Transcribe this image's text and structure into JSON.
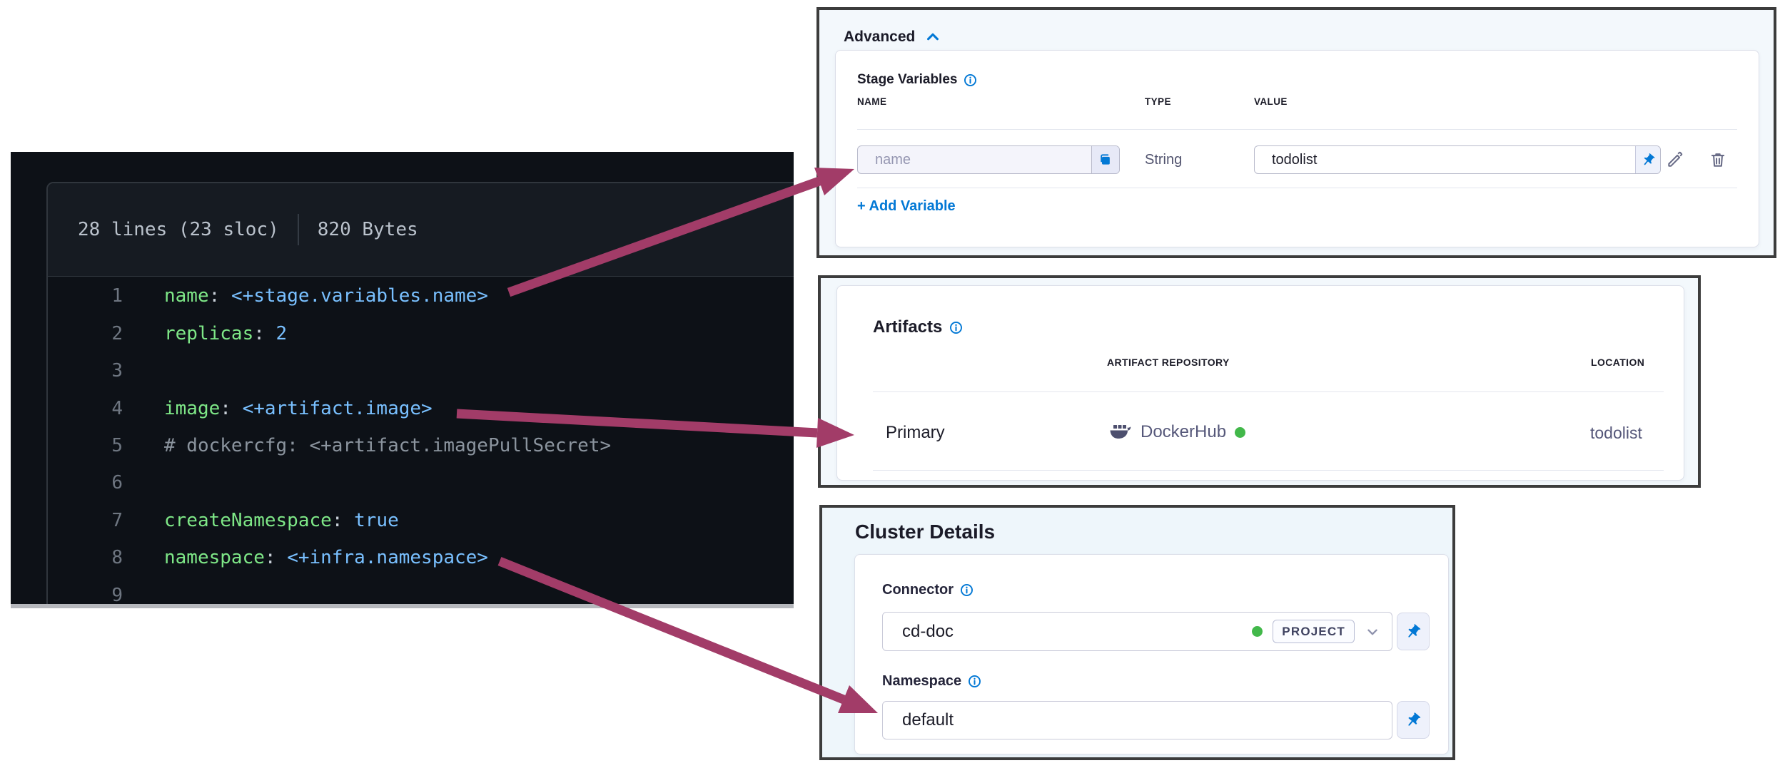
{
  "code_viewer": {
    "meta": {
      "lines_info": "28 lines (23 sloc)",
      "size_info": "820 Bytes"
    },
    "lines": [
      {
        "num": "1",
        "segments": [
          {
            "text": "name",
            "type": "key"
          },
          {
            "text": ": ",
            "type": "plain"
          },
          {
            "text": "<+stage.variables.name>",
            "type": "value"
          }
        ]
      },
      {
        "num": "2",
        "segments": [
          {
            "text": "replicas",
            "type": "key"
          },
          {
            "text": ": ",
            "type": "plain"
          },
          {
            "text": "2",
            "type": "value"
          }
        ]
      },
      {
        "num": "3",
        "segments": []
      },
      {
        "num": "4",
        "segments": [
          {
            "text": "image",
            "type": "key"
          },
          {
            "text": ": ",
            "type": "plain"
          },
          {
            "text": "<+artifact.image>",
            "type": "value"
          }
        ]
      },
      {
        "num": "5",
        "segments": [
          {
            "text": "# dockercfg: <+artifact.imagePullSecret>",
            "type": "comment"
          }
        ]
      },
      {
        "num": "6",
        "segments": []
      },
      {
        "num": "7",
        "segments": [
          {
            "text": "createNamespace",
            "type": "key"
          },
          {
            "text": ": ",
            "type": "plain"
          },
          {
            "text": "true",
            "type": "value"
          }
        ]
      },
      {
        "num": "8",
        "segments": [
          {
            "text": "namespace",
            "type": "key"
          },
          {
            "text": ": ",
            "type": "plain"
          },
          {
            "text": "<+infra.namespace>",
            "type": "value"
          }
        ]
      },
      {
        "num": "9",
        "segments": []
      }
    ]
  },
  "advanced_panel": {
    "title": "Advanced",
    "section_title": "Stage Variables",
    "columns": [
      "NAME",
      "TYPE",
      "VALUE"
    ],
    "row": {
      "name_placeholder": "name",
      "type": "String",
      "value": "todolist"
    },
    "add_variable_label": "+ Add Variable"
  },
  "artifacts_panel": {
    "title": "Artifacts",
    "columns": [
      "ARTIFACT REPOSITORY",
      "LOCATION"
    ],
    "row": {
      "label": "Primary",
      "repository": "DockerHub",
      "location": "todolist"
    }
  },
  "cluster_panel": {
    "title": "Cluster Details",
    "connector": {
      "label": "Connector",
      "value": "cd-doc",
      "scope_badge": "PROJECT"
    },
    "namespace": {
      "label": "Namespace",
      "value": "default"
    }
  },
  "colors": {
    "accent_blue": "#0278d5",
    "arrow": "#a23c68",
    "status_green": "#42b84a",
    "code_key": "#7ee787",
    "code_value": "#79c0ff",
    "code_comment": "#8b949e"
  }
}
